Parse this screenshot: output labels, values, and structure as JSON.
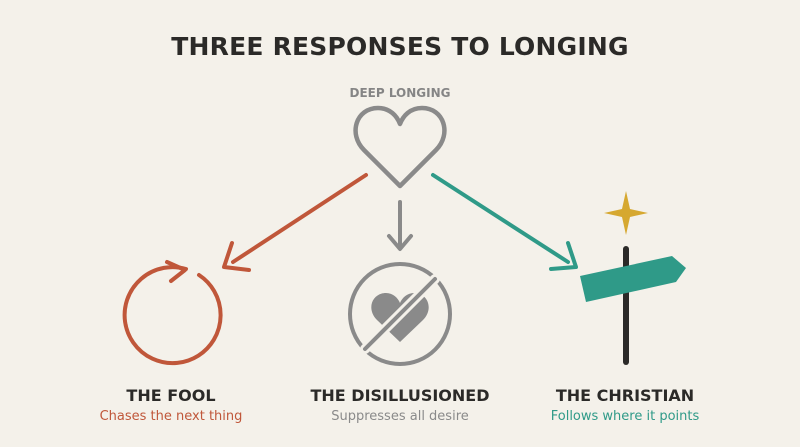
{
  "title": "THREE RESPONSES TO LONGING",
  "source": {
    "label": "DEEP LONGING",
    "icon": "heart-outline-icon"
  },
  "colors": {
    "fool": "#c0573a",
    "disillusioned": "#8a8a8a",
    "christian": "#2f9a88",
    "star": "#d6a830",
    "text": "#2b2a28",
    "background": "#f4f1ea"
  },
  "responses": [
    {
      "title": "THE FOOL",
      "subtitle": "Chases the next thing",
      "icon": "circular-arrow-icon"
    },
    {
      "title": "THE DISILLUSIONED",
      "subtitle": "Suppresses all desire",
      "icon": "crossed-heart-icon"
    },
    {
      "title": "THE CHRISTIAN",
      "subtitle": "Follows where it points",
      "icon": "signpost-star-icon"
    }
  ]
}
